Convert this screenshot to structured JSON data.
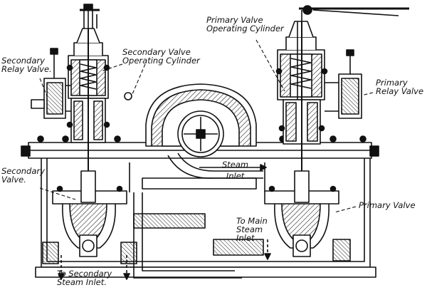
{
  "labels": {
    "secondary_relay_valve": [
      "Secondary",
      "Relay Valve."
    ],
    "secondary_valve_operating_cylinder": [
      "Secondary Valve",
      "Operating Cylinder"
    ],
    "primary_valve_operating_cylinder": [
      "Primary Valve",
      "Operating Cylinder"
    ],
    "primary_relay_valve": [
      "Primary",
      "Relay Valve"
    ],
    "secondary_valve": [
      "Secondary",
      "Valve."
    ],
    "steam_inlet": [
      "Steam",
      "Inlet"
    ],
    "primary_valve": [
      "Primary Valve"
    ],
    "to_main_steam_inlet": [
      "To Main",
      "Steam",
      "Inlet"
    ],
    "to_secondary_steam_inlet": [
      "To Secondary",
      "Steam Inlet."
    ]
  },
  "colors": {
    "ink": "#111111",
    "paper": "#ffffff",
    "hatch": "#222222"
  }
}
